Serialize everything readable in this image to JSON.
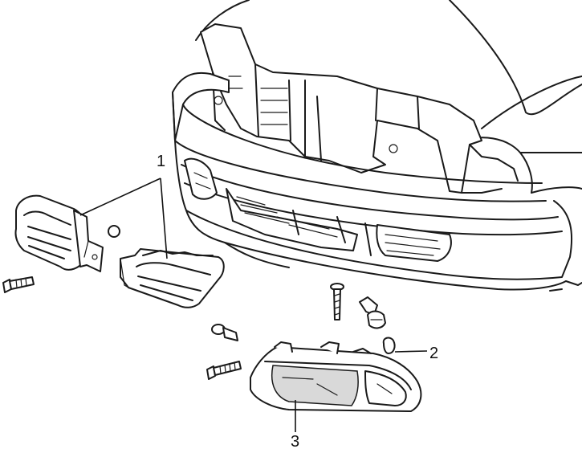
{
  "callouts": [
    {
      "id": "1",
      "text": "1"
    },
    {
      "id": "2",
      "text": "2"
    },
    {
      "id": "3",
      "text": "3"
    }
  ],
  "colors": {
    "line": "#1a1a1a",
    "fill": "#ffffff",
    "shade": "#d9d9d9"
  }
}
